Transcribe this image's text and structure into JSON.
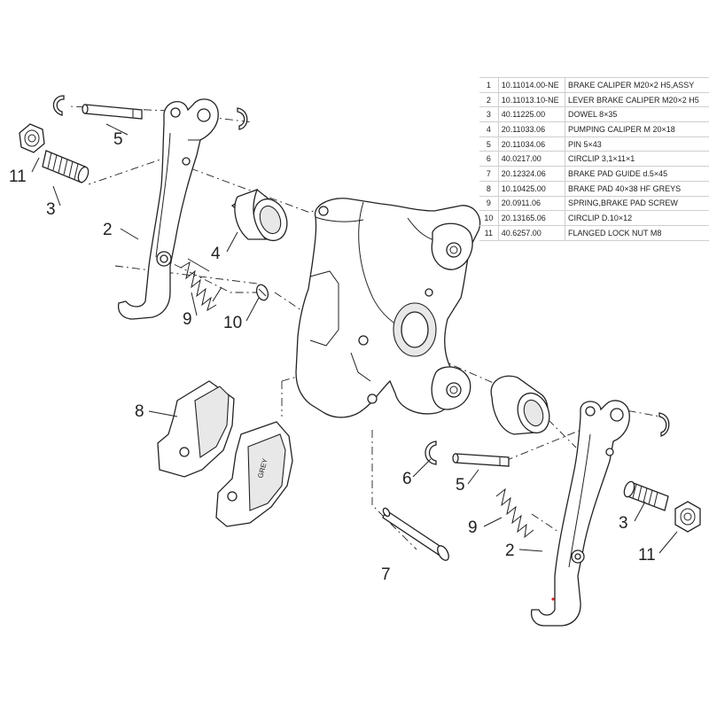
{
  "parts": [
    {
      "n": "1",
      "code": "10.11014.00-NE",
      "desc": "BRAKE CALIPER M20×2 H5,ASSY"
    },
    {
      "n": "2",
      "code": "10.11013.10-NE",
      "desc": "LEVER BRAKE CALIPER M20×2 H5"
    },
    {
      "n": "3",
      "code": "40.11225.00",
      "desc": "DOWEL 8×35"
    },
    {
      "n": "4",
      "code": "20.11033.06",
      "desc": "PUMPING CALIPER M 20×18"
    },
    {
      "n": "5",
      "code": "20.11034.06",
      "desc": "PIN 5×43"
    },
    {
      "n": "6",
      "code": "40.0217.00",
      "desc": "CIRCLIP 3,1×11×1"
    },
    {
      "n": "7",
      "code": "20.12324.06",
      "desc": "BRAKE PAD GUIDE d.5×45"
    },
    {
      "n": "8",
      "code": "10.10425.00",
      "desc": "BRAKE PAD 40×38 HF GREYS"
    },
    {
      "n": "9",
      "code": "20.0911.06",
      "desc": "SPRING,BRAKE PAD SCREW"
    },
    {
      "n": "10",
      "code": "20.13165.06",
      "desc": "CIRCLIP D.10×12"
    },
    {
      "n": "11",
      "code": "40.6257.00",
      "desc": "FLANGED LOCK NUT M8"
    }
  ],
  "callouts": {
    "c5_top": "5",
    "c11_left": "11",
    "c3_left": "3",
    "c2_left": "2",
    "c4": "4",
    "c9_left": "9",
    "c10": "10",
    "c8": "8",
    "c6": "6",
    "c5_bottom": "5",
    "c9_right": "9",
    "c3_right": "3",
    "c11_right": "11",
    "c2_right": "2",
    "c7": "7"
  },
  "pad_marking": "GREY"
}
